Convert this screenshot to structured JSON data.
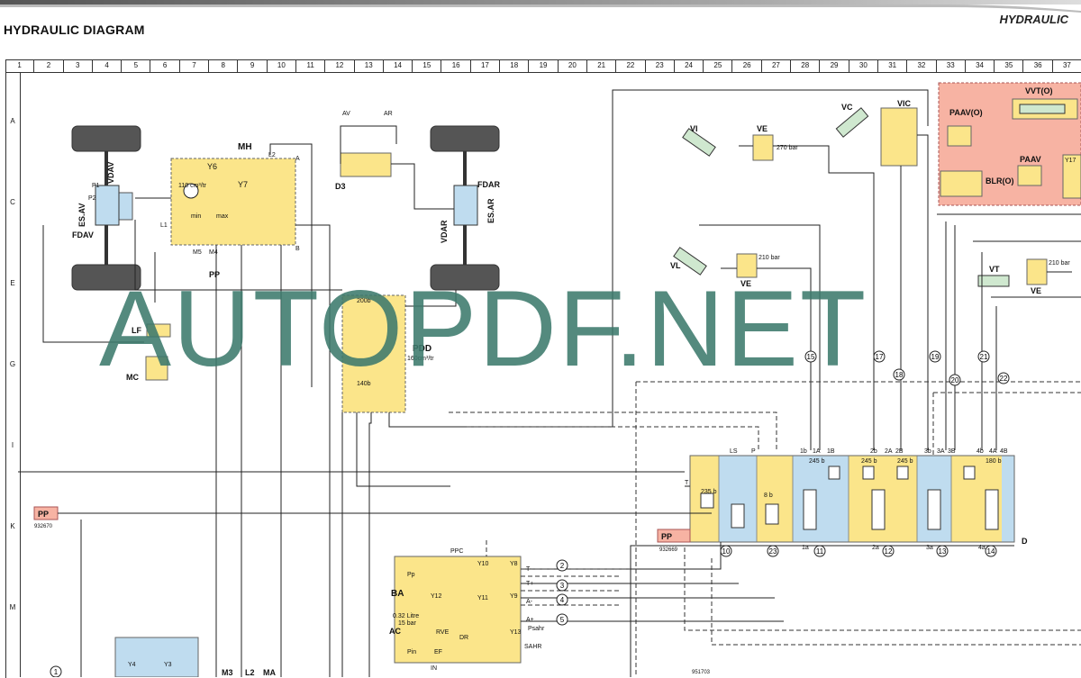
{
  "header": {
    "title": "HYDRAULIC DIAGRAM",
    "section": "HYDRAULIC"
  },
  "columns": [
    "1",
    "2",
    "3",
    "4",
    "5",
    "6",
    "7",
    "8",
    "9",
    "10",
    "11",
    "12",
    "13",
    "14",
    "15",
    "16",
    "17",
    "18",
    "19",
    "20",
    "21",
    "22",
    "23",
    "24",
    "25",
    "26",
    "27",
    "28",
    "29",
    "30",
    "31",
    "32",
    "33",
    "34",
    "35",
    "36",
    "37"
  ],
  "rows": [
    "A",
    "C",
    "E",
    "G",
    "I",
    "K",
    "M"
  ],
  "components": {
    "mh": "MH",
    "y6": "Y6",
    "y7": "Y7",
    "disp": "110 cm³/tr",
    "min": "min",
    "max": "max",
    "l1": "L1",
    "l2": "L2",
    "m5": "M5",
    "m4": "M4",
    "a": "A",
    "b": "B",
    "p1": "P1",
    "p2": "P2",
    "vdav": "VDAV",
    "fdav": "FDAV",
    "esav": "ES.AV",
    "vdar": "VDAR",
    "fdar": "FDAR",
    "esar": "ES.AR",
    "d3": "D3",
    "av": "AV",
    "ar": "AR",
    "lf": "LF",
    "mc": "MC",
    "pdd": "PDD",
    "pdd_disp": "160cm³/tr",
    "p200": "200b",
    "p140": "140b",
    "vi": "VI",
    "ve": "VE",
    "ve_p": "270 bar",
    "vc": "VC",
    "vic": "VIC",
    "vl": "VL",
    "ve2": "VE",
    "ve2_p": "210 bar",
    "vt": "VT",
    "ve3": "VE",
    "ve3_p": "210 bar",
    "paav_o": "PAAV(O)",
    "vvt_o": "VVT(O)",
    "blr_o": "BLR(O)",
    "paav": "PAAV",
    "y17": "Y17",
    "pp1": "PP",
    "pp1_ref": "932670",
    "pp2": "PP",
    "pp2_ref": "932669",
    "pp3": "PP",
    "d": "D",
    "ls": "LS",
    "p": "P",
    "t": "T",
    "ba": "BA",
    "ppc": "PPC",
    "y10": "Y10",
    "y8": "Y8",
    "y11": "Y11",
    "y9": "Y9",
    "y12": "Y12",
    "y13": "Y13",
    "oil": "0.32 Litre",
    "oil_p": "15 bar",
    "ac": "AC",
    "rve": "RVE",
    "dr": "DR",
    "ef": "EF",
    "in": "IN",
    "psahr": "Psahr",
    "sahr": "SAHR",
    "pin": "Pin",
    "pp_lbl": "Pp",
    "tm": "T-",
    "tp": "T+",
    "am": "A-",
    "ap": "A+",
    "y4": "Y4",
    "y3": "Y3",
    "m3": "M3",
    "l2b": "L2",
    "ma": "MA",
    "ref": "951703"
  },
  "sections": [
    {
      "top": "1b",
      "mid": "1A",
      "right": "1B",
      "bot": "1a",
      "num": "11",
      "relief": "245 b"
    },
    {
      "top": "2b",
      "mid": "2A",
      "right": "2B",
      "bot": "2a",
      "num": "12",
      "relief": "245 b",
      "relief2": "245 b"
    },
    {
      "top": "3b",
      "mid": "3A",
      "right": "3B",
      "bot": "3a",
      "num": "13"
    },
    {
      "top": "4b",
      "mid": "4A",
      "right": "4B",
      "bot": "4a",
      "num": "14",
      "relief": "180 b"
    }
  ],
  "inlet": {
    "relief": "235 b",
    "num": "10"
  },
  "aux": {
    "relief": "8 b",
    "num": "23"
  },
  "circles_top": [
    "15",
    "17",
    "18",
    "19",
    "20",
    "21",
    "22"
  ],
  "circles_ppc": [
    "2",
    "3",
    "4",
    "5"
  ],
  "circle_bottom": "1",
  "watermark": "AUTOPDF.NET",
  "colors": {
    "yellow": "#fbe58a",
    "blue": "#bfdcef",
    "salmon": "#f7b3a3",
    "watermark": "#3d7a6d"
  }
}
